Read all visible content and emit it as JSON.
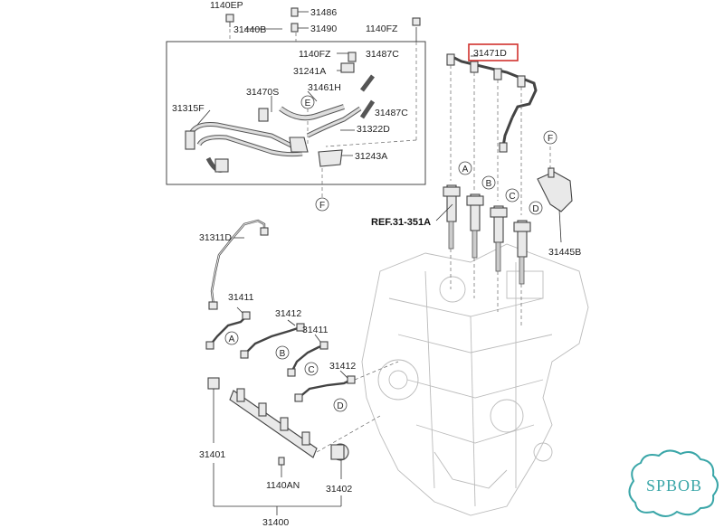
{
  "labels": {
    "l_1140ep": "1140EP",
    "l_31486": "31486",
    "l_31440b": "31440B",
    "l_31490": "31490",
    "l_1140fz_top": "1140FZ",
    "l_1140fz_inner": "1140FZ",
    "l_31487c_a": "31487C",
    "l_31241a": "31241A",
    "l_31470s": "31470S",
    "l_31461h": "31461H",
    "l_31315f": "31315F",
    "l_31487c_b": "31487C",
    "l_31322d": "31322D",
    "l_31243a": "31243A",
    "l_31471d": "31471D",
    "l_ref": "REF.31-351A",
    "l_31445b": "31445B",
    "l_31311d": "31311D",
    "l_31411_a": "31411",
    "l_31412_a": "31412",
    "l_31411_b": "31411",
    "l_31412_b": "31412",
    "l_31401": "31401",
    "l_1140an": "1140AN",
    "l_31402": "31402",
    "l_31400": "31400"
  },
  "markers": {
    "m_e_top": "E",
    "m_f_bottom": "F",
    "m_f_right": "F",
    "m_a_top": "A",
    "m_b_top": "B",
    "m_c_top": "C",
    "m_d_top": "D",
    "m_a_low": "A",
    "m_b_low": "B",
    "m_c_low": "C",
    "m_d_low": "D"
  },
  "watermark": "SPBOB",
  "colors": {
    "highlight": "#d0312d",
    "watermark": "#3aa6a8"
  }
}
